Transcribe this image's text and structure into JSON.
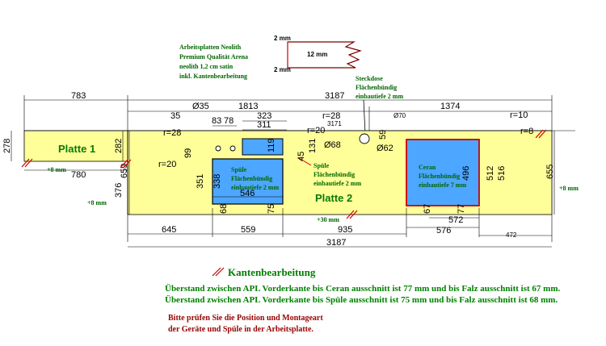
{
  "spec": {
    "line1": "Arbeitsplatten Neolith",
    "line2": "Premium Qualität Arena",
    "line3": "neolith 1,2 cm satin",
    "line4": "inkl. Kantenbearbeitung"
  },
  "edge_profile": {
    "top": "2 mm",
    "mid": "12 mm",
    "bottom": "2 mm"
  },
  "socket": {
    "line1": "Steckdose",
    "line2": "Flächenbündig",
    "line3": "einbautiefe 2 mm"
  },
  "plates": {
    "p1": "Platte 1",
    "p2": "Platte 2"
  },
  "sink": {
    "line1": "Spüle",
    "line2": "Flächenbündig",
    "line3": "einbautiefe 2 mm"
  },
  "sink_callout": {
    "line1": "Spüle",
    "line2": "Flächenbündig",
    "line3": "einbautiefe 2 mm"
  },
  "ceran": {
    "line1": "Ceran",
    "line2": "Flächenbündig",
    "line3": "einbautiefe 7 mm"
  },
  "dims": {
    "d783": "783",
    "d3187_top": "3187",
    "d35a": "Ø35",
    "d1813": "1813",
    "d35b": "35",
    "d323": "323",
    "r28a": "r=28",
    "d3171": "3171",
    "d1374": "1374",
    "d83": "83",
    "d78": "78",
    "d311": "311",
    "d70": "Ø70",
    "r10": "r=10",
    "r28b": "r=28",
    "r20a": "r=20",
    "r8": "r=8",
    "d278": "278",
    "d282": "282",
    "d99": "99",
    "d119": "119",
    "d68": "Ø68",
    "d59": "59",
    "d62": "Ø62",
    "d131": "131",
    "d45": "45",
    "d780": "780",
    "r20b": "r=20",
    "d659": "659",
    "d351": "351",
    "d338": "338",
    "d546": "546",
    "d496": "496",
    "d512": "512",
    "d516": "516",
    "d655": "655",
    "d376": "376",
    "d68b": "68",
    "d75": "75",
    "d67": "67",
    "d77": "77",
    "d572": "572",
    "d576": "576",
    "d472": "472",
    "d645": "645",
    "d559": "559",
    "d935": "935",
    "d3187_bot": "3187"
  },
  "margins": {
    "p8a": "+8 mm",
    "p8b": "+8 mm",
    "p8c": "+8 mm",
    "p30": "+30 mm"
  },
  "section_title": "Kantenbearbeitung",
  "notes": {
    "n1": "Überstand zwischen APL Vorderkante bis Ceran ausschnitt ist 77 mm und bis  Falz ausschnitt ist 67 mm.",
    "n2": "Überstand zwischen APL Vorderkante bis Spüle ausschnitt ist 75 mm und bis Falz ausschnitt ist 68 mm."
  },
  "warning": {
    "w1": "Bitte prüfen Sie die Position und Montageart",
    "w2": "der Geräte und Spüle in der Arbeitsplatte."
  },
  "colors": {
    "plate": "#ffff99",
    "cutout": "#4da6ff",
    "edge": "#cc0000",
    "text_green": "#008000"
  }
}
